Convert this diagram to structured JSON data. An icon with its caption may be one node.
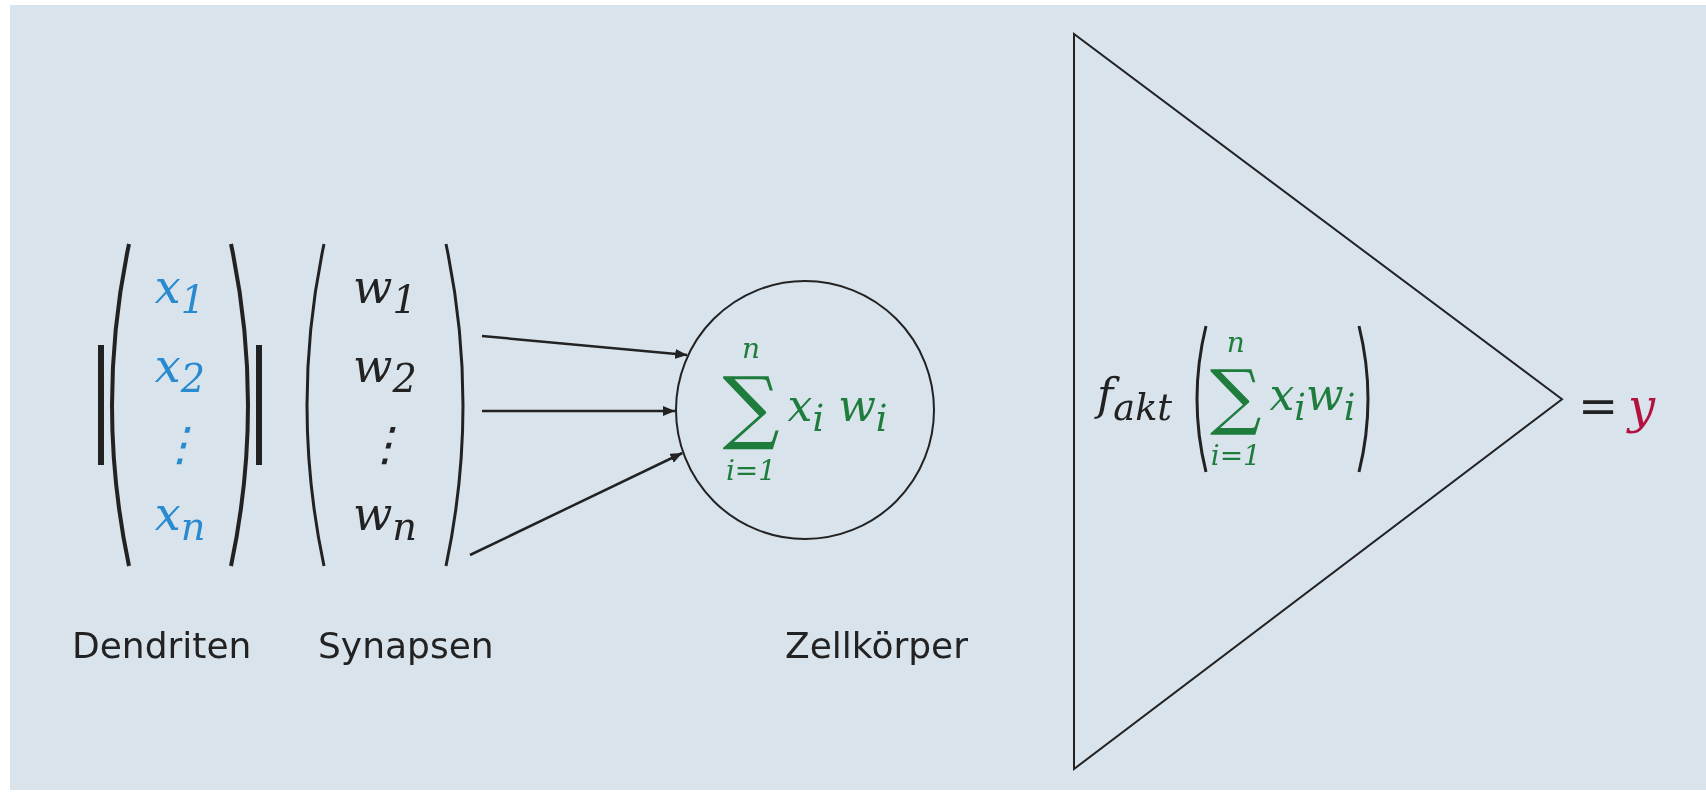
{
  "diagram": {
    "nodes": [
      {
        "text": [
          "x$_{1}$",
          "x$_{2}$",
          "⋮",
          "x$_{n}$"
        ],
        "beside": [
          "Dendriten"
        ]
      },
      {
        "text": [
          "w$_{1}$",
          "w$_{2}$",
          "⋮",
          "w$_{n}$"
        ],
        "beside": [
          "Synapsen"
        ]
      },
      {
        "text": [
          "n",
          "∑",
          "i=1",
          "x$_{i}$ w$_{i}$"
        ],
        "beside": [
          "Zellkörper"
        ]
      },
      {
        "text": [
          "f$_{akt}$",
          "n",
          "∑",
          "i=1",
          "x$_{i}$w$_{i}$"
        ],
        "beside": [
          "=",
          "y"
        ]
      }
    ],
    "edges": [
      {
        "from": 1,
        "to": 2,
        "arrow": "to"
      },
      {
        "from": 1,
        "to": 2,
        "arrow": "to"
      },
      {
        "from": 1,
        "to": 2,
        "arrow": "to"
      }
    ]
  }
}
